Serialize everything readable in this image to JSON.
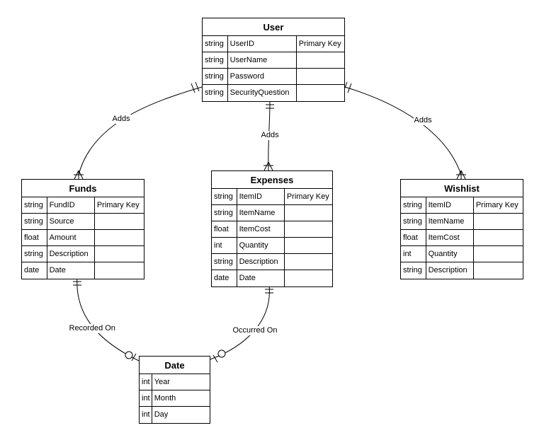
{
  "entities": [
    {
      "id": "user",
      "title": "User",
      "rows": [
        {
          "type": "string",
          "name": "UserID",
          "key": "Primary Key"
        },
        {
          "type": "string",
          "name": "UserName",
          "key": ""
        },
        {
          "type": "string",
          "name": "Password",
          "key": ""
        },
        {
          "type": "string",
          "name": "SecurityQuestion",
          "key": ""
        }
      ]
    },
    {
      "id": "funds",
      "title": "Funds",
      "rows": [
        {
          "type": "string",
          "name": "FundID",
          "key": "Primary Key"
        },
        {
          "type": "string",
          "name": "Source",
          "key": ""
        },
        {
          "type": "float",
          "name": "Amount",
          "key": ""
        },
        {
          "type": "string",
          "name": "Description",
          "key": ""
        },
        {
          "type": "date",
          "name": "Date",
          "key": ""
        }
      ]
    },
    {
      "id": "expenses",
      "title": "Expenses",
      "rows": [
        {
          "type": "string",
          "name": "ItemID",
          "key": "Primary Key"
        },
        {
          "type": "string",
          "name": "ItemName",
          "key": ""
        },
        {
          "type": "float",
          "name": "ItemCost",
          "key": ""
        },
        {
          "type": "int",
          "name": "Quantity",
          "key": ""
        },
        {
          "type": "string",
          "name": "Description",
          "key": ""
        },
        {
          "type": "date",
          "name": "Date",
          "key": ""
        }
      ]
    },
    {
      "id": "wishlist",
      "title": "Wishlist",
      "rows": [
        {
          "type": "string",
          "name": "ItemID",
          "key": "Primary Key"
        },
        {
          "type": "string",
          "name": "ItemName",
          "key": ""
        },
        {
          "type": "float",
          "name": "ItemCost",
          "key": ""
        },
        {
          "type": "int",
          "name": "Quantity",
          "key": ""
        },
        {
          "type": "string",
          "name": "Description",
          "key": ""
        }
      ]
    },
    {
      "id": "date",
      "title": "Date",
      "rows": [
        {
          "type": "int",
          "name": "Year"
        },
        {
          "type": "int",
          "name": "Month"
        },
        {
          "type": "int",
          "name": "Day"
        }
      ]
    }
  ],
  "relationships": [
    {
      "id": "user-funds",
      "label": "Adds",
      "from": "user",
      "to": "funds",
      "from_end": "one-only",
      "to_end": "many"
    },
    {
      "id": "user-expenses",
      "label": "Adds",
      "from": "user",
      "to": "expenses",
      "from_end": "one-only",
      "to_end": "many"
    },
    {
      "id": "user-wishlist",
      "label": "Adds",
      "from": "user",
      "to": "wishlist",
      "from_end": "one-only",
      "to_end": "many"
    },
    {
      "id": "funds-date",
      "label": "Recorded On",
      "from": "funds",
      "to": "date",
      "from_end": "one-only",
      "to_end": "zero-or-one"
    },
    {
      "id": "expenses-date",
      "label": "Occurred On",
      "from": "expenses",
      "to": "date",
      "from_end": "one-only",
      "to_end": "zero-or-one"
    }
  ]
}
